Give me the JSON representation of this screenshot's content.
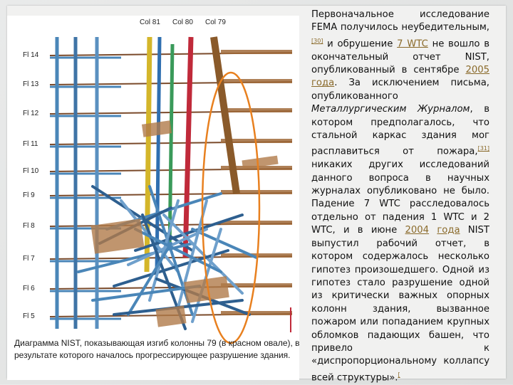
{
  "figure": {
    "column_labels": [
      "Col 81",
      "Col 80",
      "Col 79"
    ],
    "floor_labels": [
      "Fl 14",
      "Fl 13",
      "Fl 12",
      "Fl 11",
      "Fl 10",
      "Fl 9",
      "Fl 8",
      "Fl 7",
      "Fl 6",
      "Fl 5"
    ],
    "highlight_color": "#e8801f",
    "caption": "Диаграмма NIST, показывающая изгиб колонны 79 (в красном овале), в результате которого началось прогрессирующее разрушение здания."
  },
  "article": {
    "p1": "Первоначальное исследование FEMA получилось неубедительным,",
    "ref30": "[30]",
    "p2": " и обрушение ",
    "link_7wtc": "7 WTC",
    "p3": " не вошло в окончательный отчет NIST, опубликованный в сентябре ",
    "link_2005": "2005",
    "link_year1": "года",
    "p4": ". За исключением письма, опубликованного ",
    "journal": "Металлургическим Журналом",
    "p5": ", в котором предполагалось, что стальной каркас здания мог расплавиться от пожара,",
    "ref31": "[31]",
    "p6": " никаких других исследований данного вопроса в научных журналах опубликовано не было. Падение 7 WTC расследовалось отдельно от падения 1 WTC и 2 WTC, и в июне ",
    "link_2004": "2004",
    "link_year2": "года",
    "p7": " NIST выпустил рабочий отчет, в котором содержалось несколько гипотез произошедшего. Одной из гипотез стало разрушение одной из критически важных опорных колонн здания, вызванное пожаром или попаданием крупных обломков падающих башен, что привело к «диспропорциональному коллапсу всей структуры».",
    "ref_end": "["
  }
}
